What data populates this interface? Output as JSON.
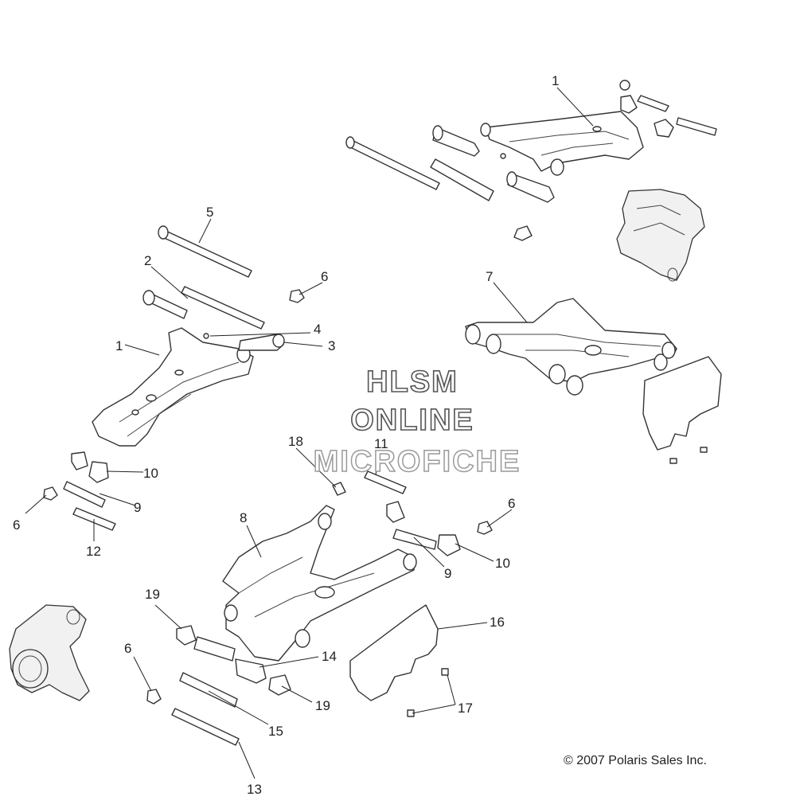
{
  "diagram": {
    "callouts": {
      "c1a": "1",
      "c1b": "1",
      "c2": "2",
      "c3": "3",
      "c4": "4",
      "c5": "5",
      "c6a": "6",
      "c6b": "6",
      "c6c": "6",
      "c6d": "6",
      "c7": "7",
      "c8": "8",
      "c9a": "9",
      "c9b": "9",
      "c10a": "10",
      "c10b": "10",
      "c11": "11",
      "c12": "12",
      "c13": "13",
      "c14": "14",
      "c15": "15",
      "c16": "16",
      "c17": "17",
      "c18": "18",
      "c19a": "19",
      "c19b": "19"
    },
    "watermark": {
      "line1": "HLSM",
      "line2": "ONLINE",
      "line3": "MICROFICHE"
    },
    "copyright": "© 2007 Polaris Sales Inc."
  }
}
